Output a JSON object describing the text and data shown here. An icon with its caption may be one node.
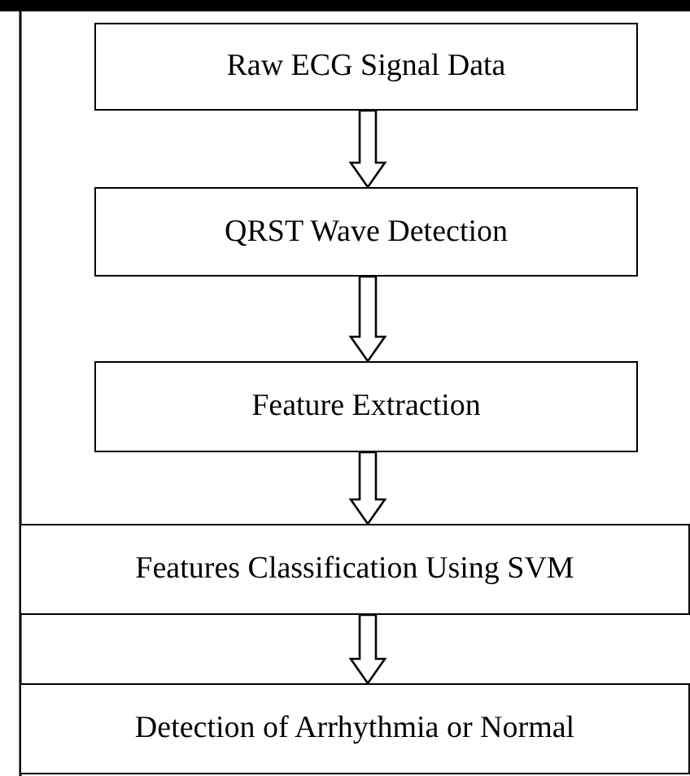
{
  "diagram": {
    "nodes": [
      {
        "text": [
          "Raw ECG Signal Data"
        ]
      },
      {
        "text": [
          "QRST Wave Detection"
        ]
      },
      {
        "text": [
          "Feature Extraction"
        ]
      },
      {
        "text": [
          "Features Classification Using SVM"
        ]
      },
      {
        "text": [
          "Detection of Arrhythmia or Normal"
        ]
      }
    ],
    "edges": [
      {
        "from": 0,
        "to": 1,
        "arrow": "to"
      },
      {
        "from": 1,
        "to": 2,
        "arrow": "to"
      },
      {
        "from": 2,
        "to": 3,
        "arrow": "to"
      },
      {
        "from": 3,
        "to": 4,
        "arrow": "to"
      }
    ]
  }
}
